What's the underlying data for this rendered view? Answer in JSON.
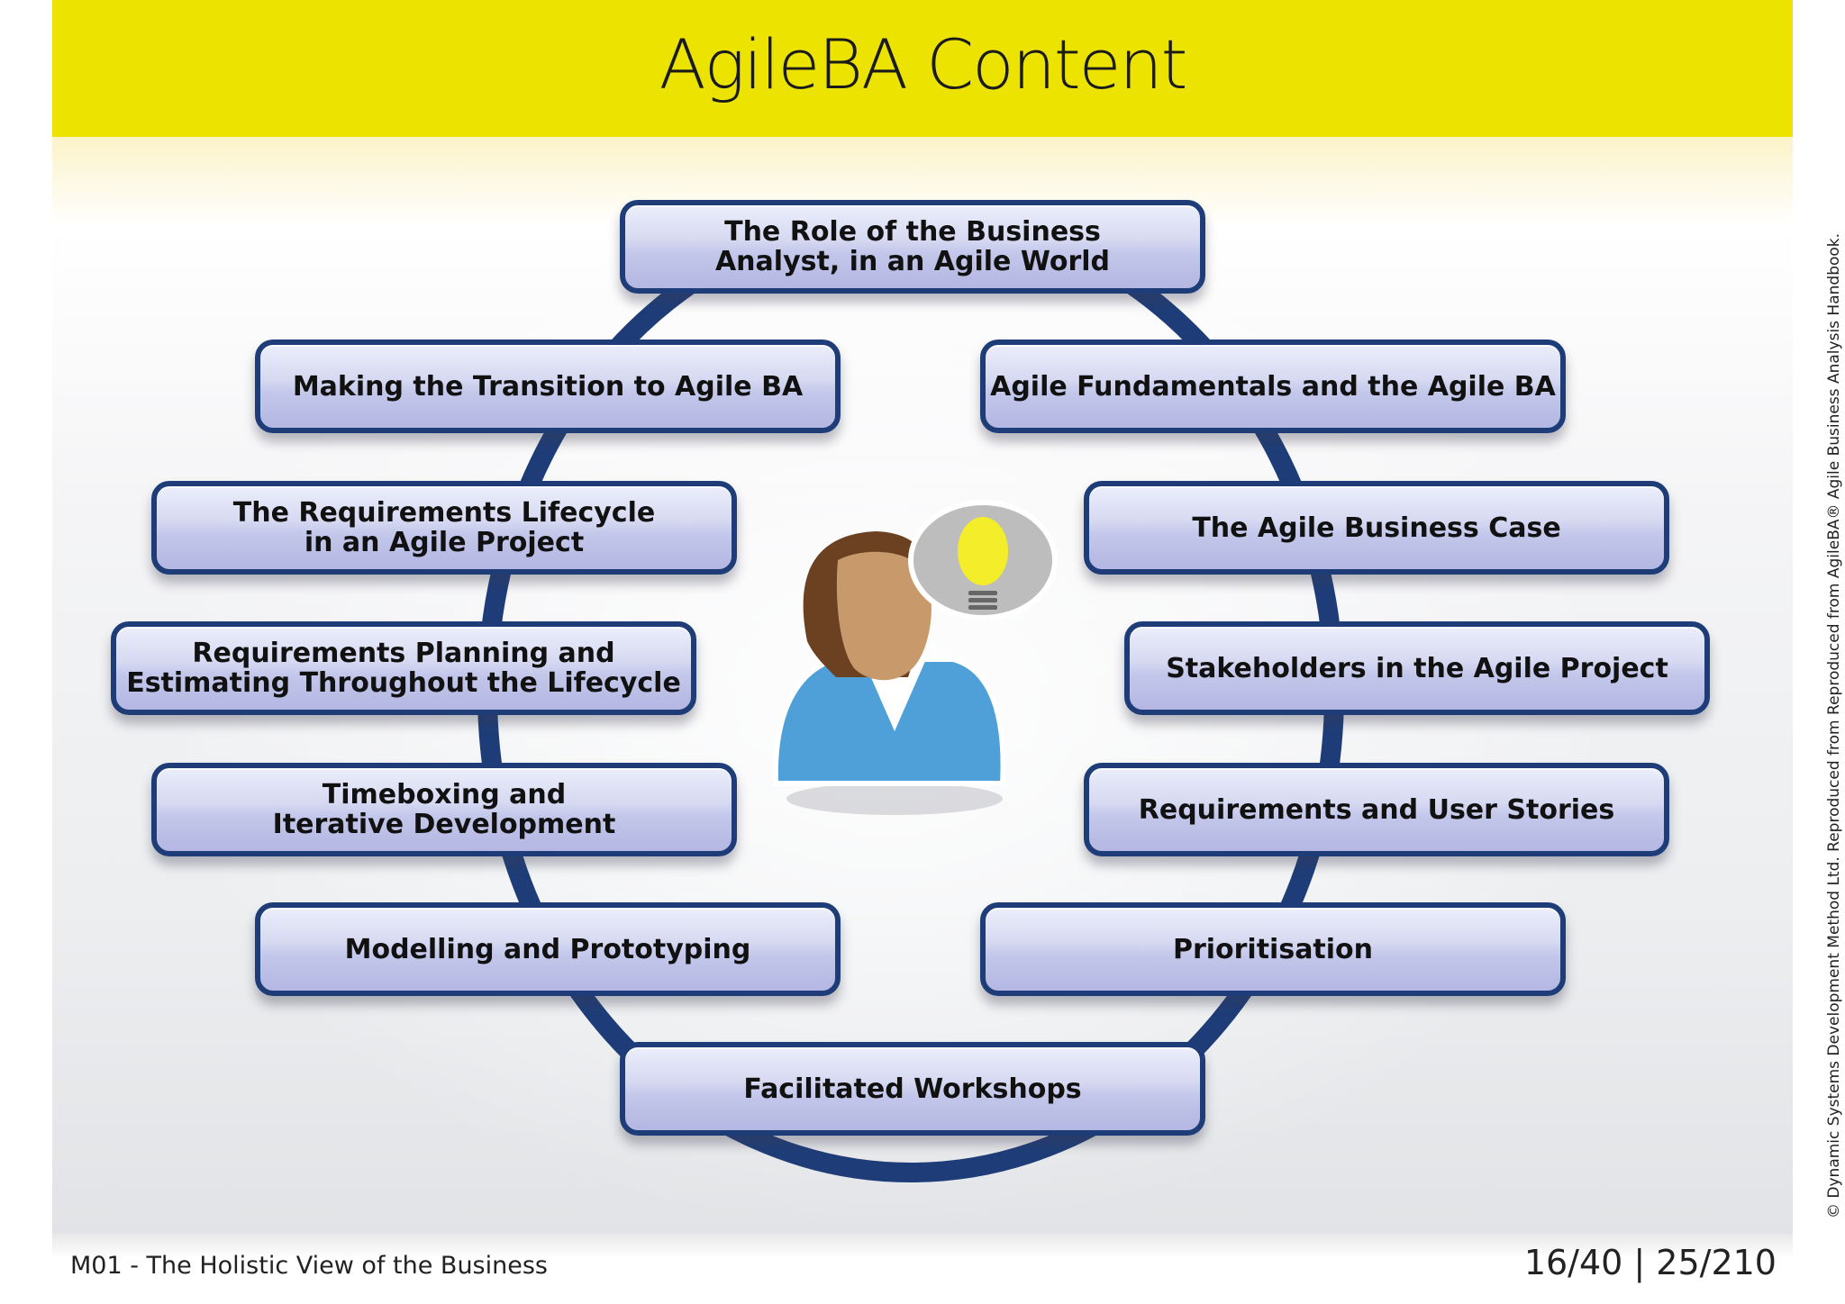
{
  "title": "AgileBA Content",
  "diagram": {
    "center_icon": "business-analyst-with-lightbulb-icon",
    "nodes": [
      "The Role of the Business\nAnalyst, in an Agile World",
      "Agile Fundamentals and the Agile BA",
      "The Agile Business Case",
      "Stakeholders in the Agile Project",
      "Requirements and User Stories",
      "Prioritisation",
      "Facilitated Workshops",
      "Modelling and Prototyping",
      "Timeboxing and\nIterative Development",
      "Requirements Planning and\nEstimating Throughout the Lifecycle",
      "The Requirements Lifecycle\nin an Agile Project",
      "Making the Transition to Agile BA"
    ]
  },
  "copyright": "© Dynamic Systems Development Method Ltd. Reproduced from Reproduced from AgileBA® Agile Business Analysis Handbook.",
  "footer": {
    "module": "M01 - The Holistic View of the Business",
    "page": "16/40 | 25/210"
  },
  "colors": {
    "header": "#ece300",
    "box_border": "#1e3d78",
    "box_fill": "#c3c7ea",
    "ring": "#1e3d78"
  }
}
